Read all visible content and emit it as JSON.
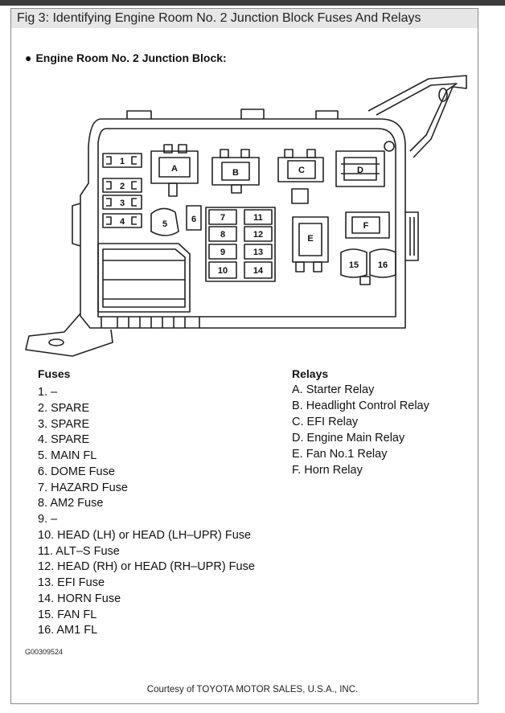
{
  "figure_title": "Fig 3: Identifying Engine Room No. 2 Junction Block Fuses And Relays",
  "section_heading": "Engine Room No. 2 Junction Block:",
  "diagram_labels": {
    "fuses": [
      "1",
      "2",
      "3",
      "4",
      "5",
      "6",
      "7",
      "8",
      "9",
      "10",
      "11",
      "12",
      "13",
      "14",
      "15",
      "16"
    ],
    "relays": [
      "A",
      "B",
      "C",
      "D",
      "E",
      "F"
    ]
  },
  "fuses_heading": "Fuses",
  "fuses": [
    "1. –",
    "2. SPARE",
    "3. SPARE",
    "4. SPARE",
    "5. MAIN FL",
    "6. DOME Fuse",
    "7. HAZARD Fuse",
    "8. AM2 Fuse",
    "9. –",
    "10. HEAD (LH) or HEAD (LH–UPR) Fuse",
    "11. ALT–S Fuse",
    "12. HEAD (RH) or HEAD (RH–UPR) Fuse",
    "13. EFI Fuse",
    "14. HORN Fuse",
    "15. FAN FL",
    "16. AM1 FL"
  ],
  "relays_heading": "Relays",
  "relays": [
    "A. Starter Relay",
    "B. Headlight Control Relay",
    "C. EFI Relay",
    "D. Engine Main Relay",
    "E. Fan No.1 Relay",
    "F. Horn Relay"
  ],
  "figure_code": "G00309524",
  "credit": "Courtesy of TOYOTA MOTOR SALES, U.S.A., INC."
}
